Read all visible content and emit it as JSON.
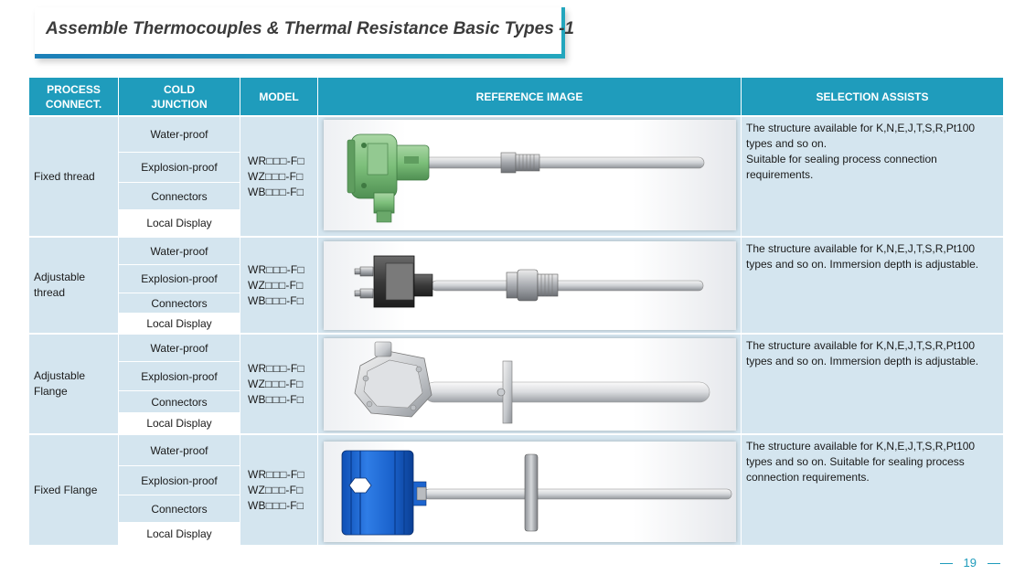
{
  "title": "Assemble Thermocouples & Thermal Resistance Basic Types -1",
  "headers": {
    "process": "PROCESS\nCONNECT.",
    "cold": "COLD\nJUNCTION",
    "model": "MODEL",
    "image": "REFERENCE IMAGE",
    "assist": "SELECTION ASSISTS"
  },
  "junctions": [
    "Water-proof",
    "Explosion-proof",
    "Connectors",
    "Local Display"
  ],
  "model_codes": "WR□□□-F□\nWZ□□□-F□\nWB□□□-F□",
  "rows": [
    {
      "process": "Fixed thread",
      "assist": "The structure available for K,N,E,J,T,S,R,Pt100 types and so on.\nSuitable for sealing process connection requirements."
    },
    {
      "process": "Adjustable\nthread",
      "assist": "The structure available for K,N,E,J,T,S,R,Pt100 types and so on. Immersion depth is adjustable."
    },
    {
      "process": "Adjustable\nFlange",
      "assist": "The structure available for K,N,E,J,T,S,R,Pt100 types and so on. Immersion depth is adjustable."
    },
    {
      "process": "Fixed Flange",
      "assist": "The structure available for K,N,E,J,T,S,R,Pt100 types and so on. Suitable for sealing process connection requirements."
    }
  ],
  "page_number": "19",
  "colors": {
    "header": "#1f9cbc",
    "cell": "#d4e5ef",
    "accent": "#23a6bd"
  }
}
